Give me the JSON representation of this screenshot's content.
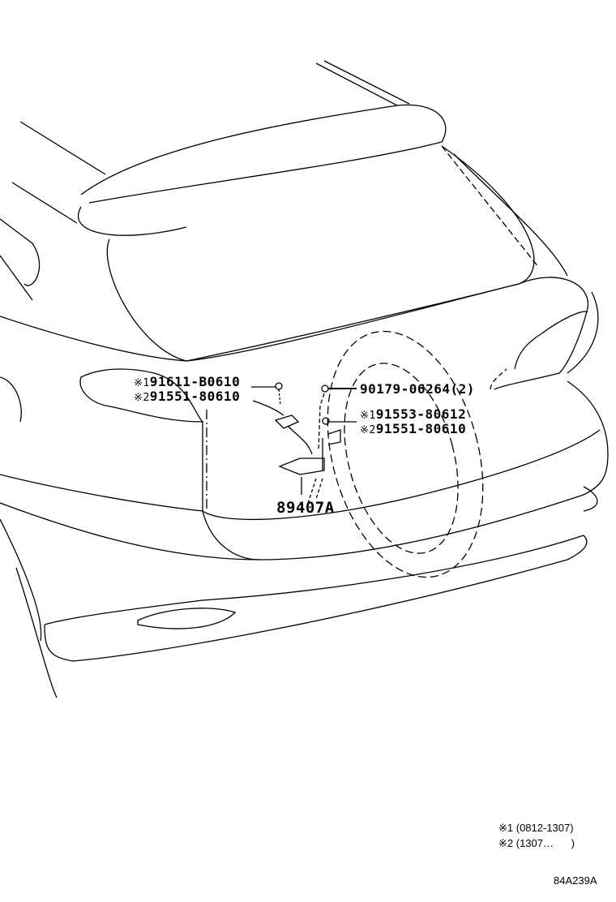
{
  "diagram": {
    "callouts": [
      {
        "marker": "※1",
        "part": "91611-B0610"
      },
      {
        "marker": "※2",
        "part": "91551-80610"
      },
      {
        "marker": "",
        "part": "90179-06264",
        "qty": "(2)"
      },
      {
        "marker": "※1",
        "part": "91553-80612"
      },
      {
        "marker": "※2",
        "part": "91551-80610"
      },
      {
        "marker": "",
        "part": "89407A"
      }
    ],
    "legend": [
      {
        "marker": "※1",
        "range": "(0812‑1307)"
      },
      {
        "marker": "※2",
        "range": "(1307…      )"
      }
    ],
    "figure_code": "84A239A"
  }
}
